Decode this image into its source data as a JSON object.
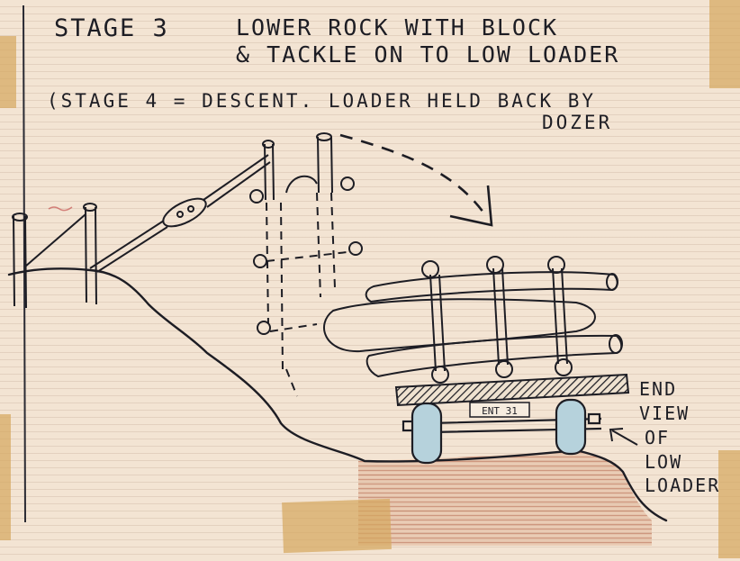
{
  "title": {
    "stage": "STAGE 3",
    "line1": "LOWER ROCK WITH BLOCK",
    "line2": "& TACKLE ON TO LOW LOADER"
  },
  "note": {
    "line1": "(STAGE 4 = DESCENT. LOADER HELD BACK BY",
    "line2": "DOZER"
  },
  "plate": "ENT 31",
  "caption": [
    "END",
    "VIEW",
    "OF",
    "LOW",
    "LOADER"
  ],
  "colors": {
    "paper": "#f3e4d3",
    "pencil": "#1d1d24",
    "ground_shading": "#b0583a",
    "wheel_fill": "#b6d2dc",
    "tape": "#d6a860"
  }
}
